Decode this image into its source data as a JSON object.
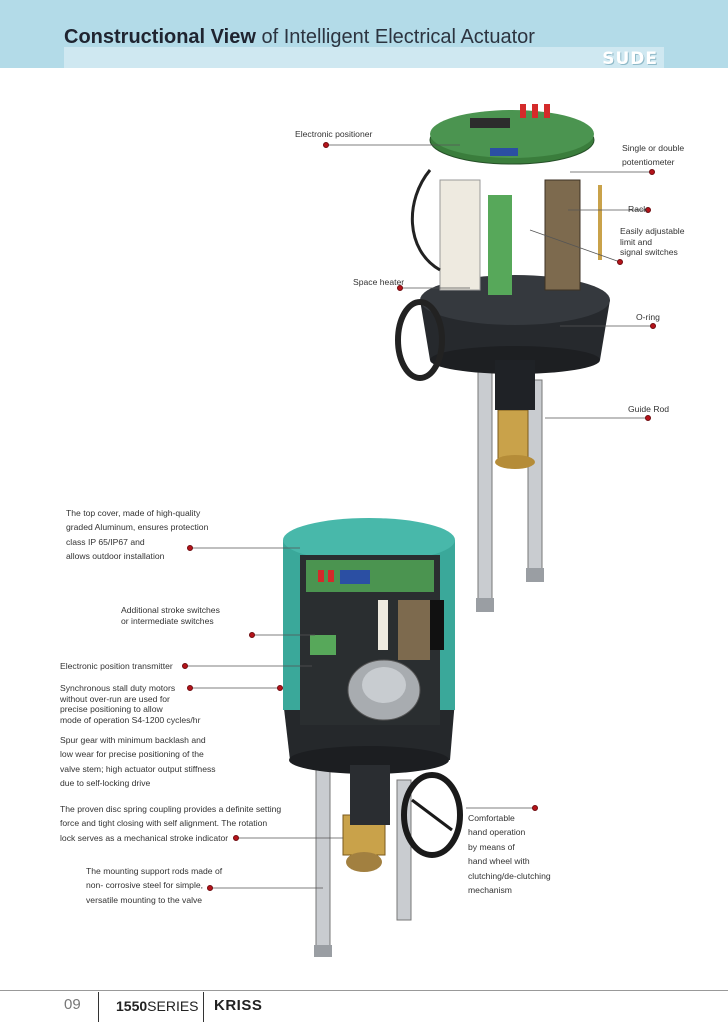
{
  "header": {
    "title_bold": "Constructional View",
    "title_rest": "of Intelligent Electrical Actuator",
    "logo_text": "SUDE"
  },
  "labels_top": {
    "electronic_positioner": "Electronic positioner",
    "single_double": [
      "Single or double",
      "potentiometer"
    ],
    "rack": "Rack",
    "limit_switches": [
      "Easily adjustable",
      "limit and",
      "signal switches"
    ],
    "space_heater": "Space heater",
    "o_ring": "O-ring",
    "guide_rod": "Guide Rod"
  },
  "labels_bottom": {
    "top_cover": [
      "The top cover, made of high-quality",
      "graded Aluminum, ensures protection",
      "class IP 65/IP67 and",
      "allows outdoor installation"
    ],
    "stroke_switches": [
      "Additional stroke switches",
      "or intermediate switches"
    ],
    "position_transmitter": "Electronic position transmitter",
    "motors": [
      "Synchronous stall duty motors",
      "without over-run are used for",
      "precise positioning to allow",
      "mode of operation S4-1200 cycles/hr"
    ],
    "spur_gear": [
      "Spur gear with minimum backlash and",
      "low wear for precise positioning of the",
      "valve stem; high actuator output stiffness",
      "due to self-locking drive"
    ],
    "disc_spring": [
      "The proven disc spring coupling provides a definite setting",
      "force and tight closing with self alignment. The rotation",
      "lock serves as a mechanical stroke indicator"
    ],
    "mounting_rods": [
      "The mounting support rods made of",
      "non- corrosive steel for simple,",
      "versatile mounting to the valve"
    ],
    "hand_operation": [
      "Comfortable",
      "hand operation",
      "by means of",
      "hand wheel with",
      "clutching/de-clutching",
      "mechanism"
    ]
  },
  "footer": {
    "page_number": "09",
    "series_number": "1550",
    "series_word": "SERIES",
    "brand": "KRISS"
  },
  "colors": {
    "header_bg": "#b3dbe8",
    "accent_dot": "#b5131a",
    "housing_teal": "#3aa89a"
  }
}
